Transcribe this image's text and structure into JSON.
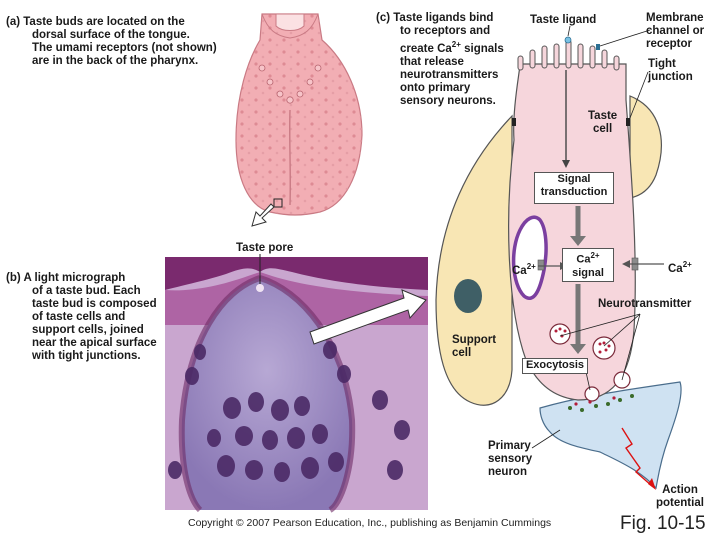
{
  "panel_a": {
    "tag": "(a)",
    "line1": "Taste buds are located on the",
    "line2": "dorsal surface of the tongue.",
    "line3": "The umami receptors (not shown)",
    "line4": "are in the back of the pharynx."
  },
  "panel_b": {
    "tag": "(b)",
    "line1": "A light micrograph",
    "line2": "of a taste bud. Each",
    "line3": "taste bud is composed",
    "line4": "of taste cells and",
    "line5": "support cells, joined",
    "line6": "near the apical surface",
    "line7": "with tight junctions."
  },
  "panel_c": {
    "tag": "(c)",
    "line1": "Taste ligands bind",
    "line2": "to receptors and",
    "line3_pre": "create Ca",
    "line3_sup": "2+",
    "line3_post": " signals",
    "line4": "that release",
    "line5": "neurotransmitters",
    "line6": "onto primary",
    "line7": "sensory neurons."
  },
  "labels": {
    "taste_pore": "Taste pore",
    "taste_ligand": "Taste ligand",
    "membrane_1": "Membrane",
    "membrane_2": "channel or",
    "membrane_3": "receptor",
    "tight_1": "Tight",
    "tight_2": "junction",
    "taste_cell_1": "Taste",
    "taste_cell_2": "cell",
    "signal_1": "Signal",
    "signal_2": "transduction",
    "ca_signal_1": "Ca",
    "ca_signal_sup": "2+",
    "ca_signal_2": "signal",
    "ca_left": "Ca",
    "ca_left_sup": "2+",
    "ca_right": "Ca",
    "ca_right_sup": "2+",
    "neurotransmitter": "Neurotransmitter",
    "support_1": "Support",
    "support_2": "cell",
    "exocytosis": "Exocytosis",
    "primary_1": "Primary",
    "primary_2": "sensory",
    "primary_3": "neuron",
    "action_1": "Action",
    "action_2": "potential"
  },
  "footer": {
    "copyright": "Copyright © 2007 Pearson Education, Inc., publishing as Benjamin Cummings",
    "figure": "Fig. 10-15"
  }
}
